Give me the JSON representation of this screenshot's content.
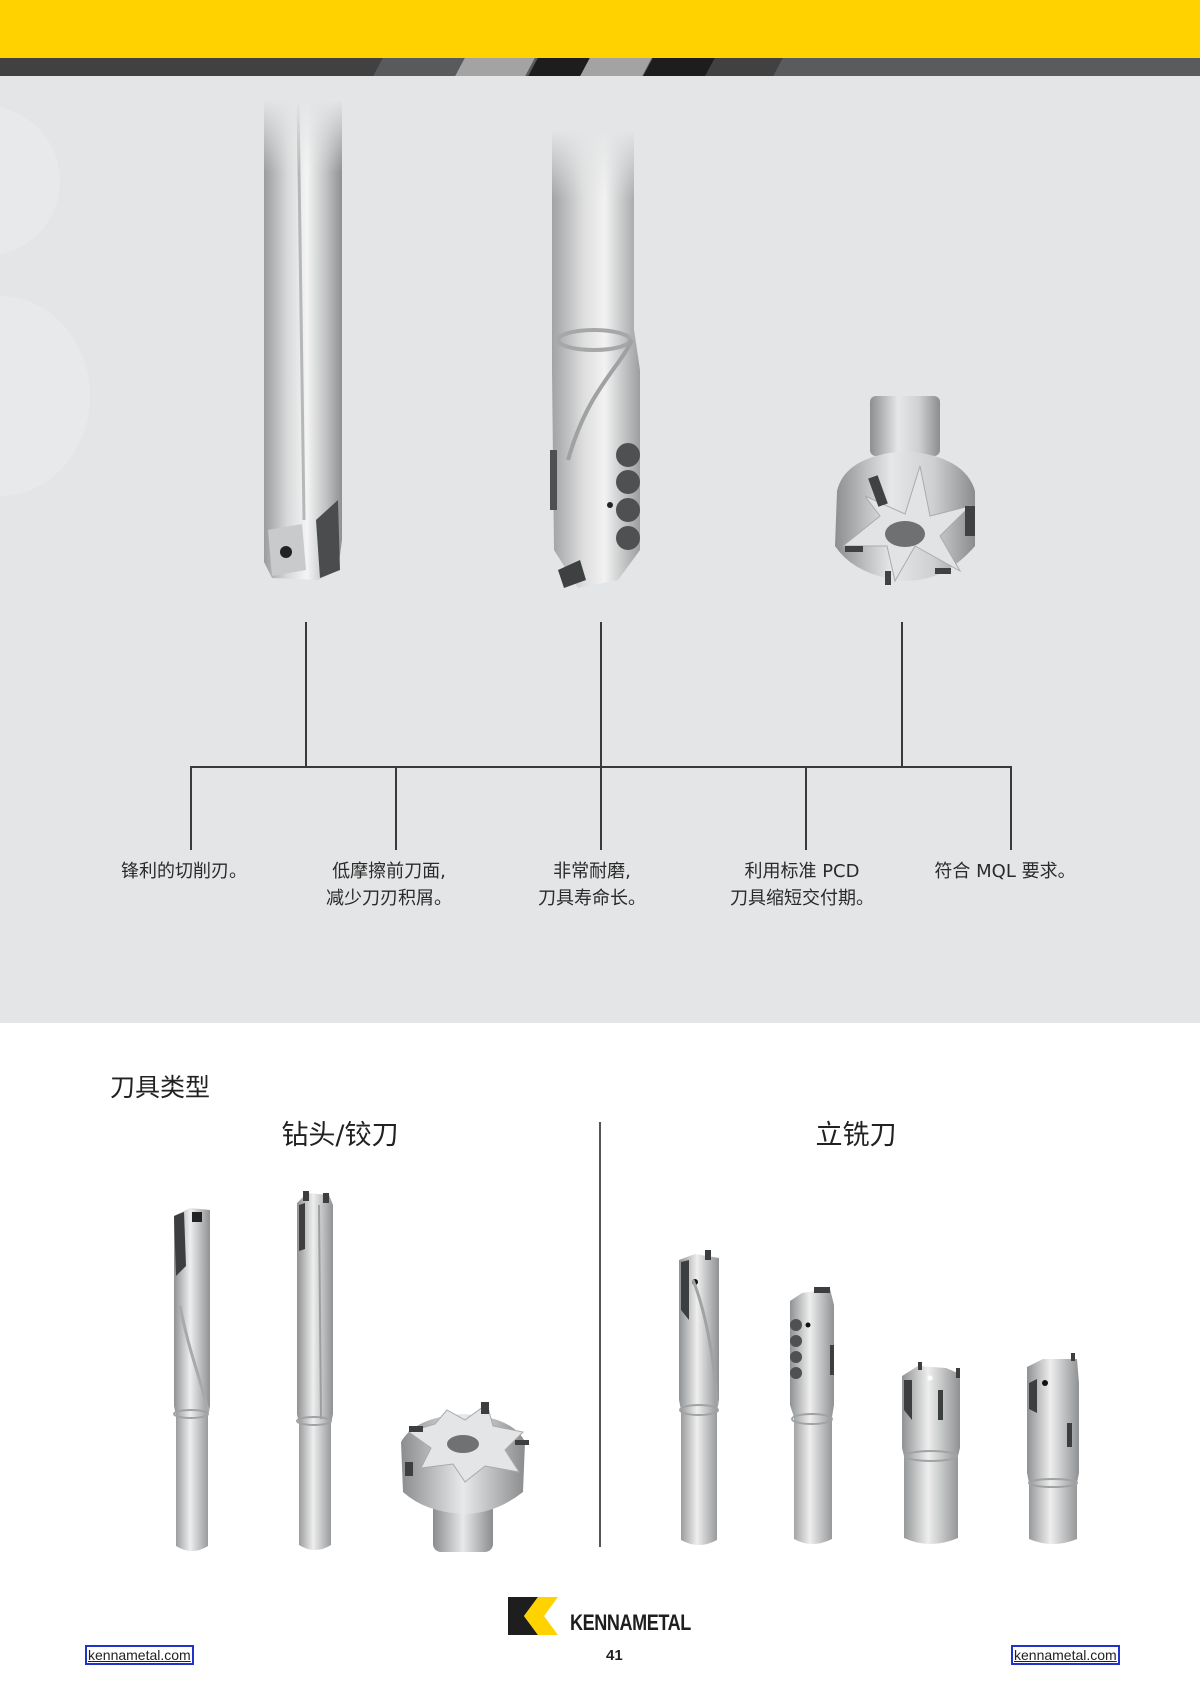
{
  "header": {
    "brand_color": "#FFD200",
    "band_color": "#414141"
  },
  "hero": {
    "background": "#E4E5E6",
    "tools": [
      {
        "name": "drill",
        "description": "PCD drill with coolant holes"
      },
      {
        "name": "reamer",
        "description": "PCD step reamer"
      },
      {
        "name": "reamer-head",
        "description": "PCD reamer head"
      }
    ],
    "benefits": [
      {
        "line1": "锋利的切削刃。",
        "line2": ""
      },
      {
        "line1": "低摩擦前刀面,",
        "line2": "减少刀刃积屑。"
      },
      {
        "line1": "非常耐磨,",
        "line2": "刀具寿命长。"
      },
      {
        "line1": "利用标准 PCD",
        "line2": "刀具缩短交付期。"
      },
      {
        "line1": "符合 MQL 要求。",
        "line2": ""
      }
    ]
  },
  "tool_types": {
    "title": "刀具类型",
    "groups": [
      {
        "title": "钻头/铰刀",
        "items": [
          "drill",
          "reamer",
          "reamer-head"
        ]
      },
      {
        "title": "立铣刀",
        "items": [
          "end-mill-1",
          "end-mill-2",
          "end-mill-3",
          "end-mill-4"
        ]
      }
    ]
  },
  "footer": {
    "brand": "KENNAMETAL",
    "page_number": "41",
    "link_left": "kennametal.com",
    "link_right": "kennametal.com"
  }
}
